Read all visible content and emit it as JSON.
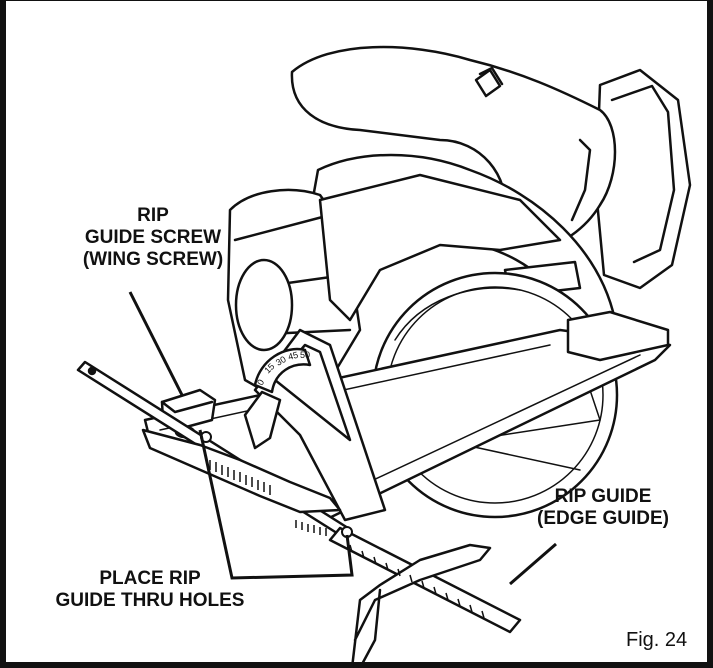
{
  "labels": {
    "rip_guide_screw": [
      "RIP",
      "GUIDE SCREW",
      "(WING SCREW)"
    ],
    "rip_guide": [
      "RIP GUIDE",
      "(EDGE GUIDE)"
    ],
    "place_rip_guide": [
      "PLACE RIP",
      "GUIDE THRU HOLES"
    ]
  },
  "bevel_scale": {
    "ticks": [
      "0",
      "15",
      "30",
      "45",
      "50"
    ]
  },
  "figure_caption": "Fig. 24",
  "colors": {
    "ink": "#111111",
    "paper": "#ffffff"
  }
}
